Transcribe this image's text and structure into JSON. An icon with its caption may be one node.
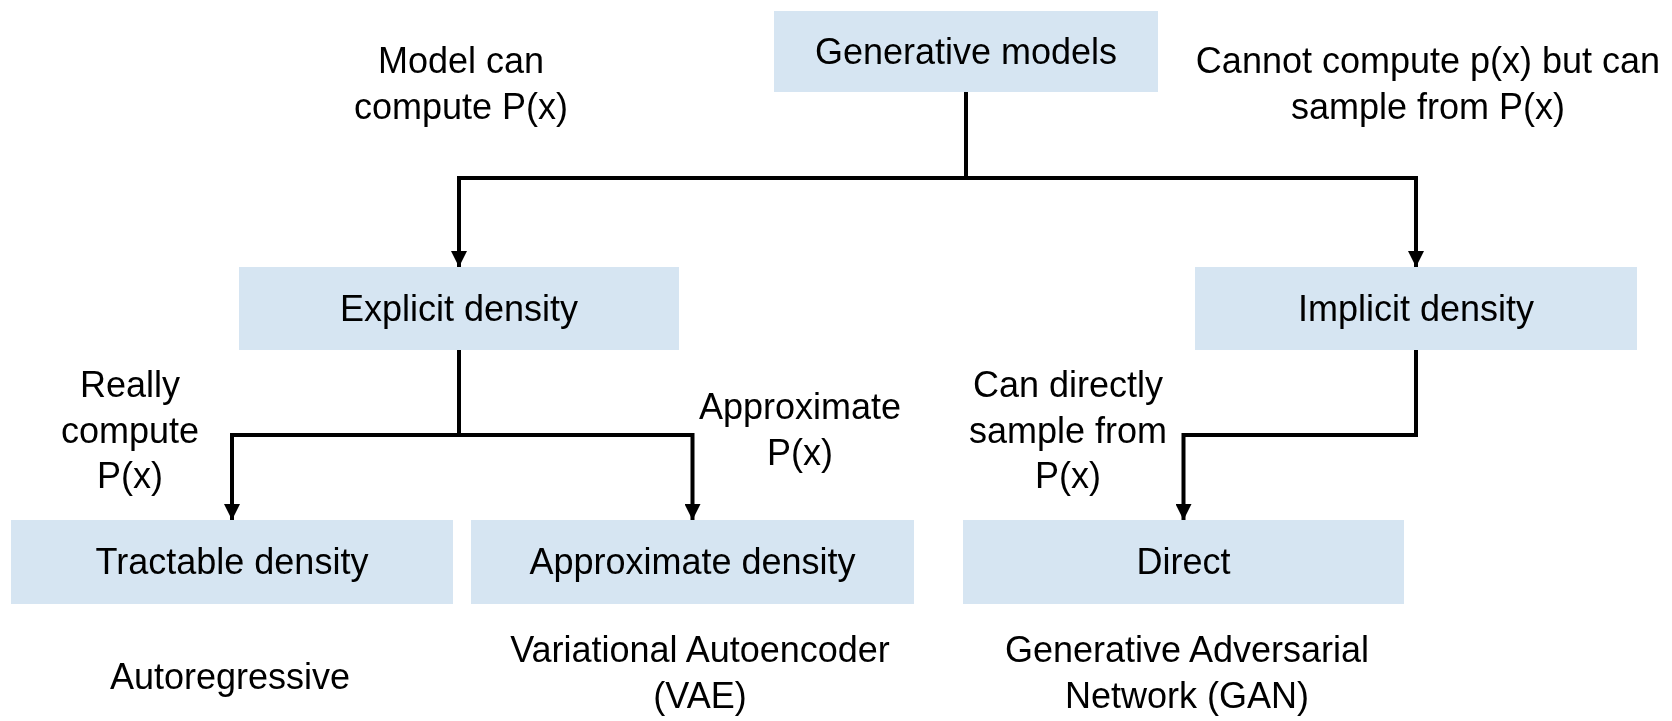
{
  "diagram": {
    "nodes": [
      {
        "text": [
          "Generative models"
        ]
      },
      {
        "text": [
          "Explicit density"
        ]
      },
      {
        "text": [
          "Implicit density"
        ]
      },
      {
        "text": [
          "Tractable density"
        ],
        "beside": [
          "Autoregressive"
        ]
      },
      {
        "text": [
          "Approximate density"
        ],
        "beside": [
          "Variational Autoencoder (VAE)"
        ]
      },
      {
        "text": [
          "Direct"
        ],
        "beside": [
          "Generative Adversarial Network (GAN)"
        ]
      }
    ],
    "edges": [
      {
        "from": 0,
        "to": 1,
        "arrow": "to",
        "label": "Model can compute P(x)"
      },
      {
        "from": 0,
        "to": 2,
        "arrow": "to",
        "label": "Cannot compute p(x) but can sample from P(x)"
      },
      {
        "from": 1,
        "to": 3,
        "arrow": "to",
        "label": "Really compute P(x)"
      },
      {
        "from": 1,
        "to": 4,
        "arrow": "to",
        "label": "Approximate P(x)"
      },
      {
        "from": 2,
        "to": 5,
        "arrow": "to",
        "label": "Can directly sample from P(x)"
      }
    ]
  }
}
